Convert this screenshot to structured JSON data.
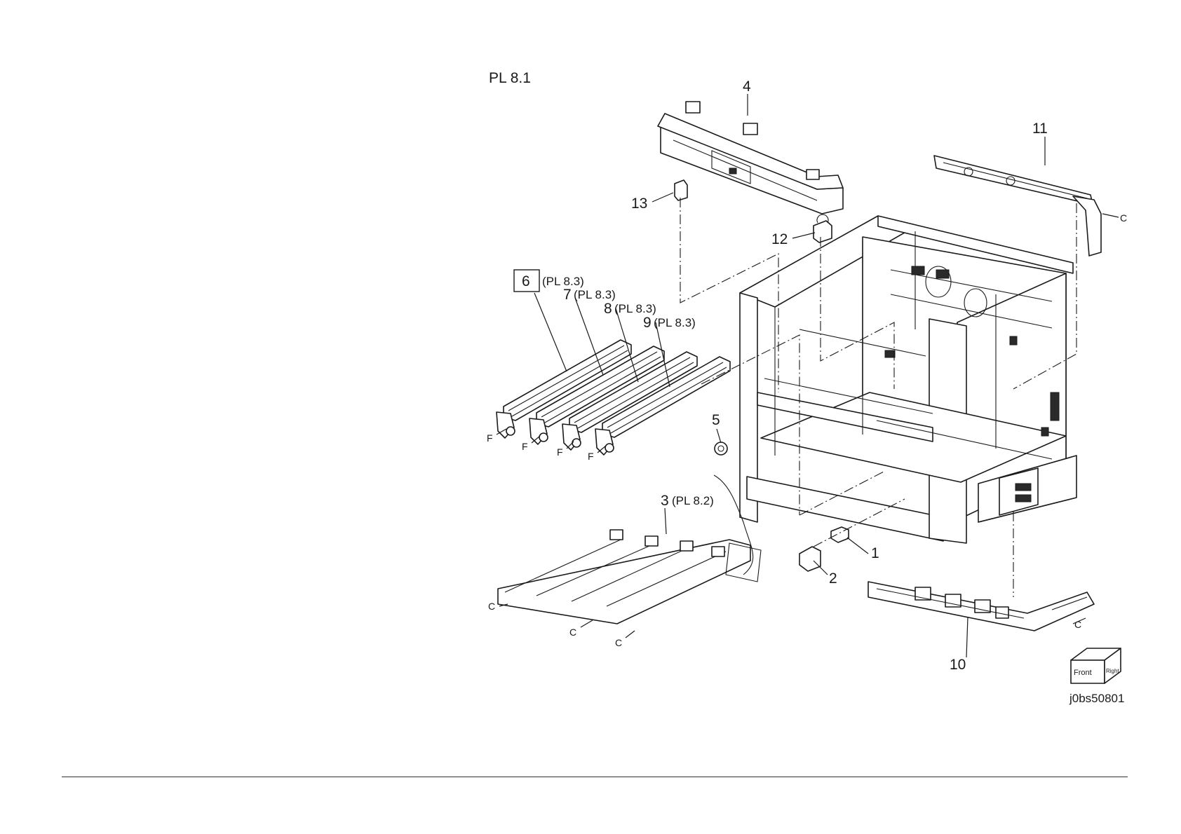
{
  "title": "PL 8.1",
  "figure_id": "j0bs50801",
  "orientation_cube": {
    "front": "Front",
    "right": "Right"
  },
  "callouts": [
    {
      "num": "1",
      "ref": ""
    },
    {
      "num": "2",
      "ref": ""
    },
    {
      "num": "3",
      "ref": "(PL 8.2)"
    },
    {
      "num": "4",
      "ref": ""
    },
    {
      "num": "5",
      "ref": ""
    },
    {
      "num": "6",
      "ref": "(PL 8.3)"
    },
    {
      "num": "7",
      "ref": "(PL 8.3)"
    },
    {
      "num": "8",
      "ref": "(PL 8.3)"
    },
    {
      "num": "9",
      "ref": "(PL 8.3)"
    },
    {
      "num": "10",
      "ref": ""
    },
    {
      "num": "11",
      "ref": ""
    },
    {
      "num": "12",
      "ref": ""
    },
    {
      "num": "13",
      "ref": ""
    }
  ],
  "point_markers": [
    "C",
    "C",
    "C",
    "C",
    "C",
    "F",
    "F",
    "F",
    "F"
  ]
}
